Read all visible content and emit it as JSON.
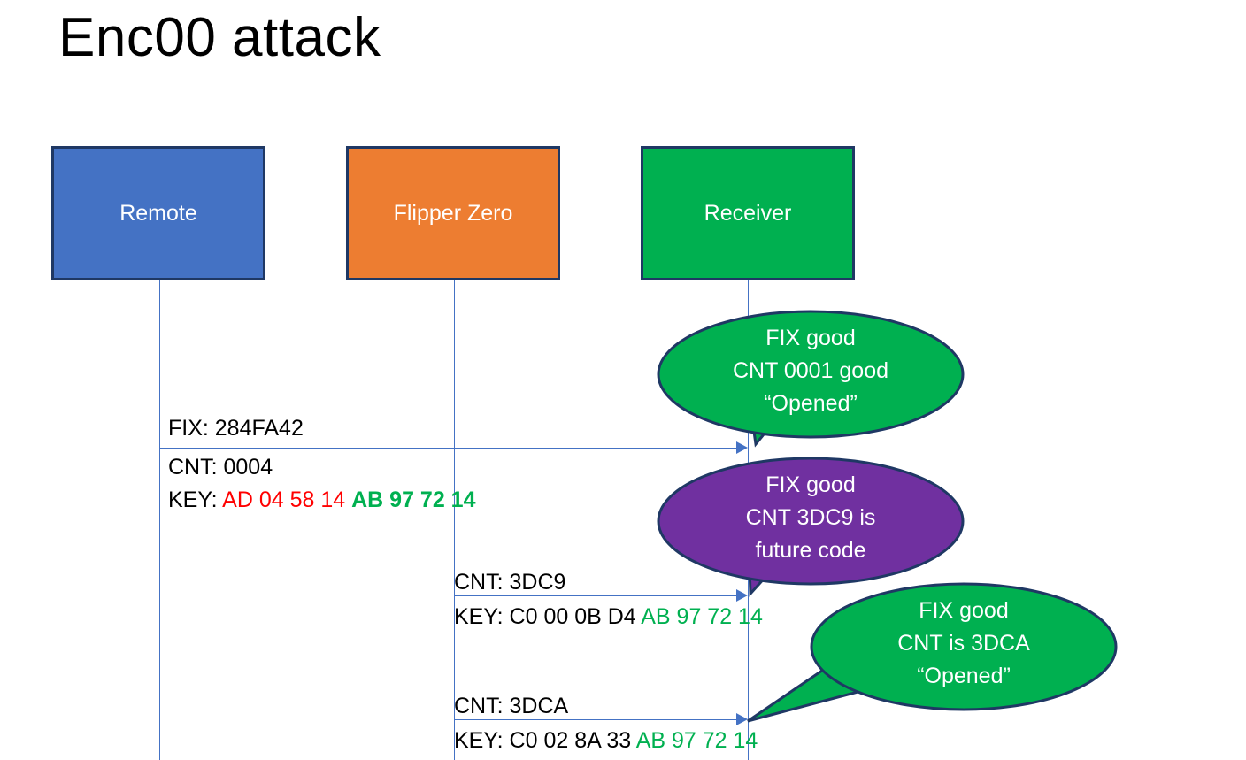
{
  "slide": {
    "title": "Enc00 attack"
  },
  "colors": {
    "remote": "#4472C4",
    "flipper": "#ED7D31",
    "receiver": "#00B050",
    "bubble_good": "#00B050",
    "bubble_future": "#7030A0",
    "border": "#1F3864",
    "lifeline": "#4472C4",
    "hex_red": "#FF0000",
    "hex_green": "#00B050",
    "text": "#000000"
  },
  "actors": [
    {
      "id": "remote",
      "label": "Remote"
    },
    {
      "id": "flipper",
      "label": "Flipper Zero"
    },
    {
      "id": "receiver",
      "label": "Receiver"
    }
  ],
  "messages": [
    {
      "id": "msg-1",
      "from": "remote",
      "to": "receiver",
      "lines": [
        {
          "label": "FIX: 284FA42"
        },
        {
          "label": "CNT: 0004"
        },
        {
          "label": "KEY: ",
          "red": "AD 04 58 14",
          "green": "AB 97 72 14"
        }
      ]
    },
    {
      "id": "msg-2",
      "from": "flipper",
      "to": "receiver",
      "lines": [
        {
          "label": "CNT: 3DC9"
        },
        {
          "label": "KEY: C0 00 0B D4 ",
          "green": "AB 97 72 14"
        }
      ]
    },
    {
      "id": "msg-3",
      "from": "flipper",
      "to": "receiver",
      "lines": [
        {
          "label": "CNT: 3DCA"
        },
        {
          "label": "KEY: C0 02 8A 33 ",
          "green": "AB 97 72 14"
        }
      ]
    }
  ],
  "bubbles": [
    {
      "id": "bubble-1",
      "color": "#00B050",
      "line1": "FIX good",
      "line2": "CNT 0001 good",
      "line3": "“Opened”"
    },
    {
      "id": "bubble-2",
      "color": "#7030A0",
      "line1": "FIX good",
      "line2": "CNT 3DC9 is",
      "line3": "future code"
    },
    {
      "id": "bubble-3",
      "color": "#00B050",
      "line1": "FIX good",
      "line2": "CNT is 3DCA",
      "line3": "“Opened”"
    }
  ]
}
